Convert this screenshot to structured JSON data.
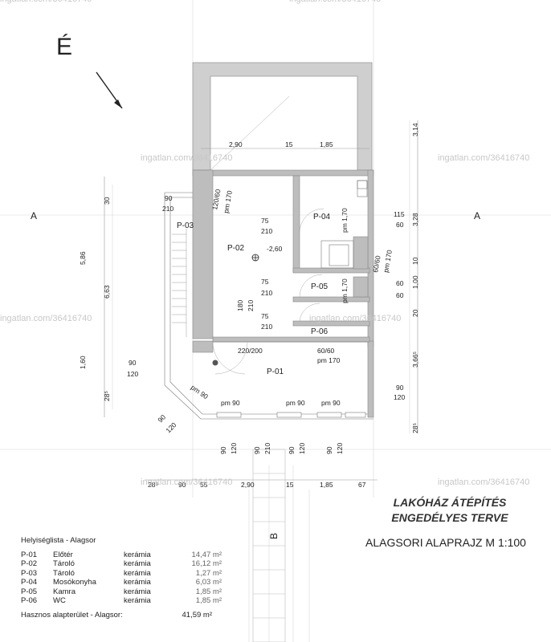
{
  "north_label": "É",
  "watermark": "ingatlan.com/36416740",
  "title": {
    "line1": "LAKÓHÁZ ÁTÉPÍTÉS",
    "line2": "ENGEDÉLYES TERVE"
  },
  "subtitle": "ALAGSORI ALAPRAJZ M 1:100",
  "rooms": [
    {
      "id": "P-01",
      "name": "Előtér",
      "floor": "kerámia",
      "area": "14,47 m²"
    },
    {
      "id": "P-02",
      "name": "Tároló",
      "floor": "kerámia",
      "area": "16,12 m²"
    },
    {
      "id": "P-03",
      "name": "Tároló",
      "floor": "kerámia",
      "area": "1,27 m²"
    },
    {
      "id": "P-04",
      "name": "Mosókonyha",
      "floor": "kerámia",
      "area": "6,03 m²"
    },
    {
      "id": "P-05",
      "name": "Kamra",
      "floor": "kerámia",
      "area": "1,85 m²"
    },
    {
      "id": "P-06",
      "name": "WC",
      "floor": "kerámia",
      "area": "1,85 m²"
    }
  ],
  "legend": {
    "heading": "Helyiséglista - Alagsor",
    "total_label": "Hasznos alapterület - Alagsor:",
    "total_value": "41,59 m²"
  },
  "section_marks": {
    "a_left": "A",
    "a_right": "A",
    "b": "B"
  },
  "plan_labels": {
    "level": "-2,60",
    "door_main": "220/200",
    "win_60_60": "60/60",
    "pm170": "pm 170",
    "win_120_60": "120/60",
    "pm90": "pm 90",
    "pm170_m": "pm 1,70",
    "d75": "75",
    "d210": "210",
    "d180": "180",
    "d90": "90",
    "d120": "120",
    "d115": "115",
    "d60": "60"
  },
  "dimensions_bottom": [
    "28⁵",
    "90",
    "55",
    "2,90",
    "15",
    "1,85",
    "67"
  ],
  "dimensions_top": [
    "2,90",
    "15",
    "1,85"
  ],
  "dimensions_right": [
    "3,14",
    "3,28",
    "10",
    "1,00",
    "20",
    "3,66⁵",
    "28⁵"
  ],
  "dimensions_left": [
    "30",
    "5,86",
    "6,63",
    "1,60",
    "28⁵"
  ]
}
